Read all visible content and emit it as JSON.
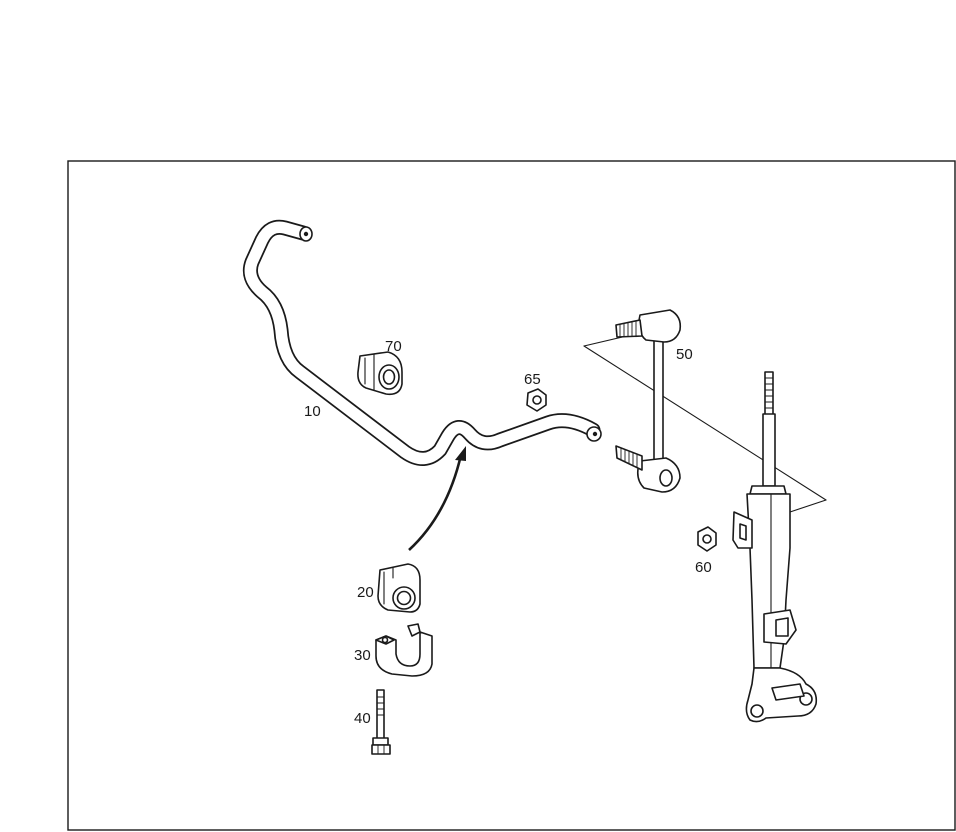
{
  "diagram": {
    "labels": {
      "p10": "10",
      "p20": "20",
      "p30": "30",
      "p40": "40",
      "p50": "50",
      "p60": "60",
      "p65": "65",
      "p70": "70"
    }
  }
}
